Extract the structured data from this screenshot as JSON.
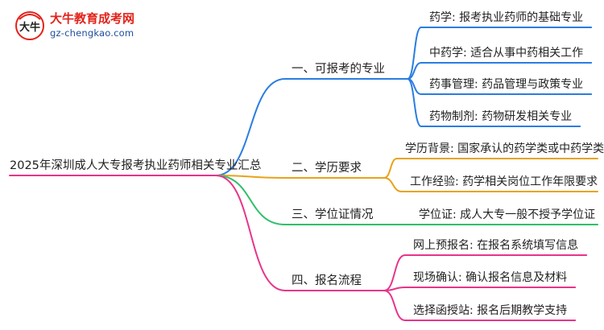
{
  "logo": {
    "title": "大牛教育成考网",
    "url": "gz-chengkao.com",
    "mark_text": "大牛"
  },
  "colors": {
    "blue": "#2a7de1",
    "orange": "#e8a31a",
    "green": "#2fbf6a",
    "pink": "#e8348a",
    "root_line": "#e8348a"
  },
  "mindmap": {
    "root": "2025年深圳成人大专报考执业药师相关专业汇总",
    "branches": [
      {
        "label": "一、可报考的专业",
        "color": "blue",
        "children": [
          "药学: 报考执业药师的基础专业",
          "中药学: 适合从事中药相关工作",
          "药事管理: 药品管理与政策专业",
          "药物制剂: 药物研发相关专业"
        ]
      },
      {
        "label": "二、学历要求",
        "color": "orange",
        "children": [
          "学历背景: 国家承认的药学类或中药学类学历",
          "工作经验: 药学相关岗位工作年限要求"
        ]
      },
      {
        "label": "三、学位证情况",
        "color": "green",
        "children": [
          "学位证: 成人大专一般不授予学位证"
        ]
      },
      {
        "label": "四、报名流程",
        "color": "pink",
        "children": [
          "网上预报名: 在报名系统填写信息",
          "现场确认: 确认报名信息及材料",
          "选择函授站: 报名后期教学支持"
        ]
      }
    ]
  }
}
